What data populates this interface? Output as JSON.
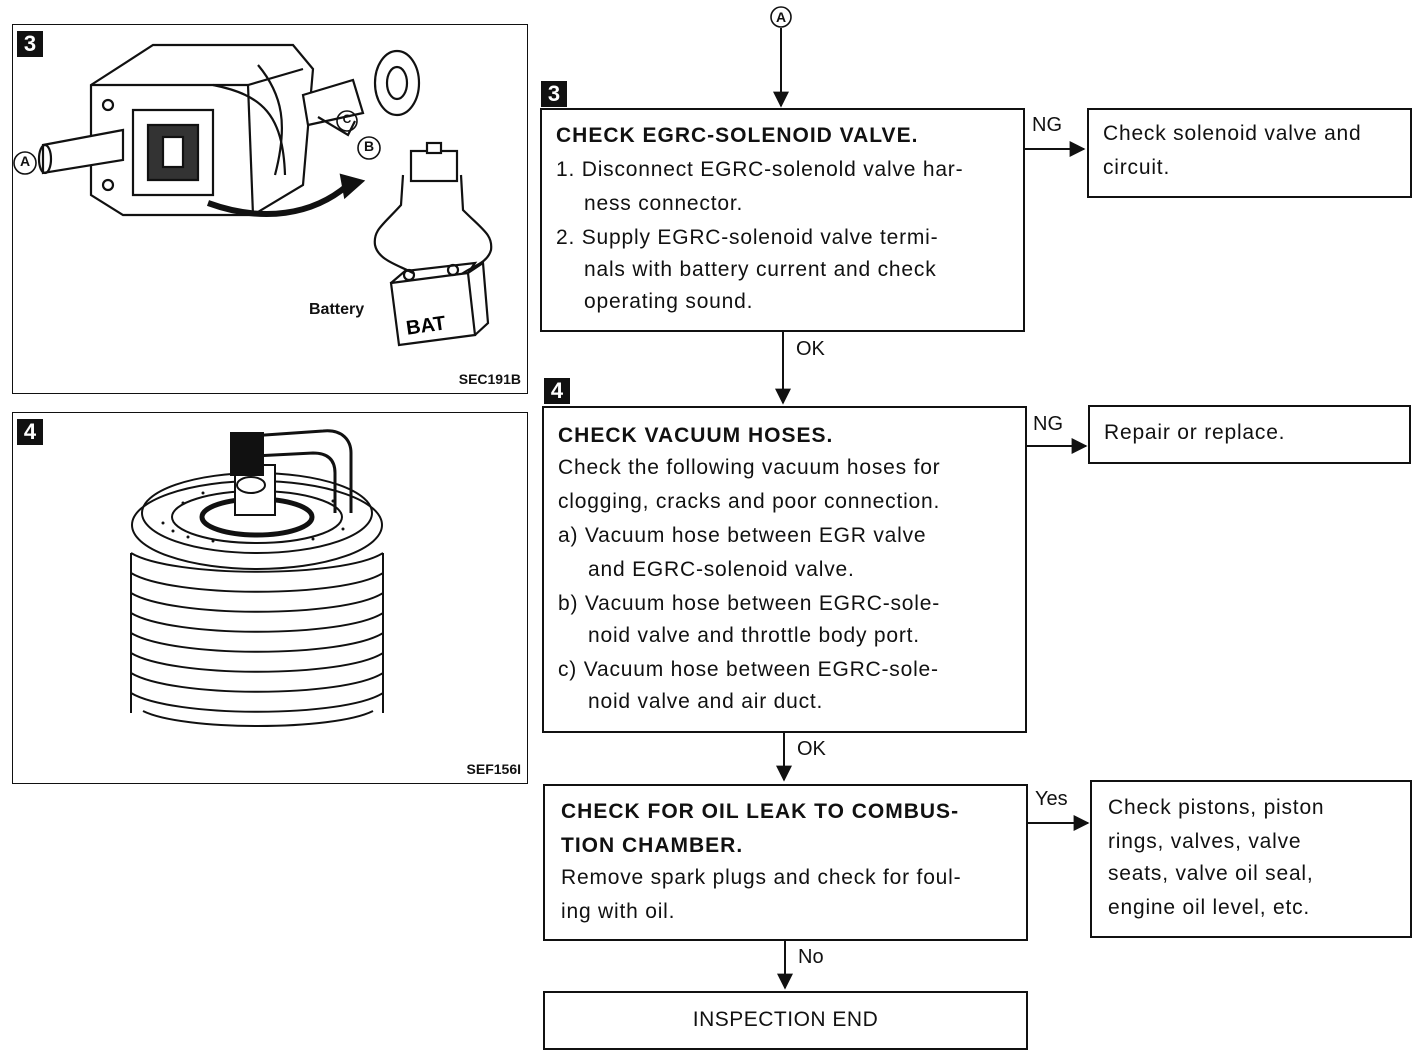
{
  "top_connector": "A",
  "figures": [
    {
      "number": "3",
      "labels": {
        "a": "A",
        "b": "B",
        "c": "C",
        "battery": "Battery",
        "bat": "BAT"
      },
      "code": "SEC191B"
    },
    {
      "number": "4",
      "code": "SEF156I"
    }
  ],
  "steps": [
    {
      "number": "3",
      "lines": [
        "CHECK EGRC-SOLENOID VALVE.",
        "1. Disconnect EGRC-solenold valve har-",
        "ness connector.",
        "2. Supply EGRC-solenoid valve termi-",
        "nals with battery current and check",
        "operating sound."
      ],
      "ng_label": "NG",
      "ng_action": [
        "Check solenoid valve and",
        "circuit."
      ],
      "ok_label": "OK"
    },
    {
      "number": "4",
      "lines": [
        "CHECK VACUUM HOSES.",
        "Check the following vacuum hoses for",
        "clogging, cracks and poor connection.",
        "a) Vacuum hose between EGR valve",
        "and EGRC-solenoid valve.",
        "b) Vacuum hose between EGRC-sole-",
        "noid valve and throttle body port.",
        "c) Vacuum hose between EGRC-sole-",
        "noid valve and air duct."
      ],
      "ng_label": "NG",
      "ng_action": [
        "Repair or replace."
      ],
      "ok_label": "OK"
    },
    {
      "lines": [
        "CHECK FOR OIL LEAK TO COMBUS-",
        "TION CHAMBER.",
        "Remove spark plugs and check for foul-",
        "ing with oil."
      ],
      "yes_label": "Yes",
      "yes_action": [
        "Check pistons, piston",
        "rings, valves, valve",
        "seats, valve oil seal,",
        "engine oil level, etc."
      ],
      "no_label": "No"
    }
  ],
  "end_box": "INSPECTION END"
}
